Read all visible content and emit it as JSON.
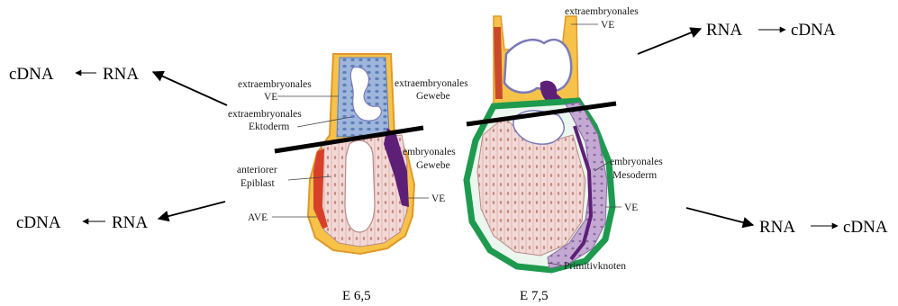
{
  "flows": {
    "top_left": {
      "from": "RNA",
      "to": "cDNA"
    },
    "bottom_left": {
      "from": "RNA",
      "to": "cDNA"
    },
    "top_right": {
      "from": "RNA",
      "to": "cDNA"
    },
    "bottom_right": {
      "from": "RNA",
      "to": "cDNA"
    }
  },
  "embryo_e65": {
    "stage": "E 6,5",
    "labels": {
      "ex_ve_1": "extraembryonales",
      "ex_ve_2": "VE",
      "ex_ekto_1": "extraembryonales",
      "ex_ekto_2": "Ektoderm",
      "ex_gew_1": "extraembryonales",
      "ex_gew_2": "Gewebe",
      "ant_epi_1": "anteriorer",
      "ant_epi_2": "Epiblast",
      "ave": "AVE",
      "emb_gew_1": "embryonales",
      "emb_gew_2": "Gewebe",
      "ve": "VE"
    }
  },
  "embryo_e75": {
    "stage": "E 7,5",
    "labels": {
      "ex_ve_1": "extraembryonales",
      "ex_ve_2": "VE",
      "meso_1": "embryonales",
      "meso_2": "Mesoderm",
      "ve": "VE",
      "primitiv": "Primitivknoten"
    }
  },
  "colors": {
    "ve_orange": "#f0a23a",
    "ektoderm_blue": "#9fb6dc",
    "epiblast_pink": "#f3d9d6",
    "ave_red": "#d8402a",
    "ve_purple": "#5e1f77",
    "mesoderm_lilac": "#b79ac8",
    "endoderm_green": "#1e9a4e"
  }
}
